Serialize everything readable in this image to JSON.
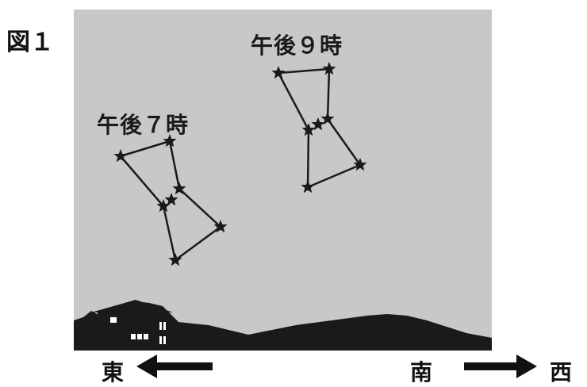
{
  "figure": {
    "label": "図１"
  },
  "times": {
    "seven": "午後７時",
    "nine": "午後９時"
  },
  "directions": {
    "east": "東",
    "south": "南",
    "west": "西"
  },
  "colors": {
    "sky": "#c8c8c8",
    "ink": "#1a1a1a"
  }
}
